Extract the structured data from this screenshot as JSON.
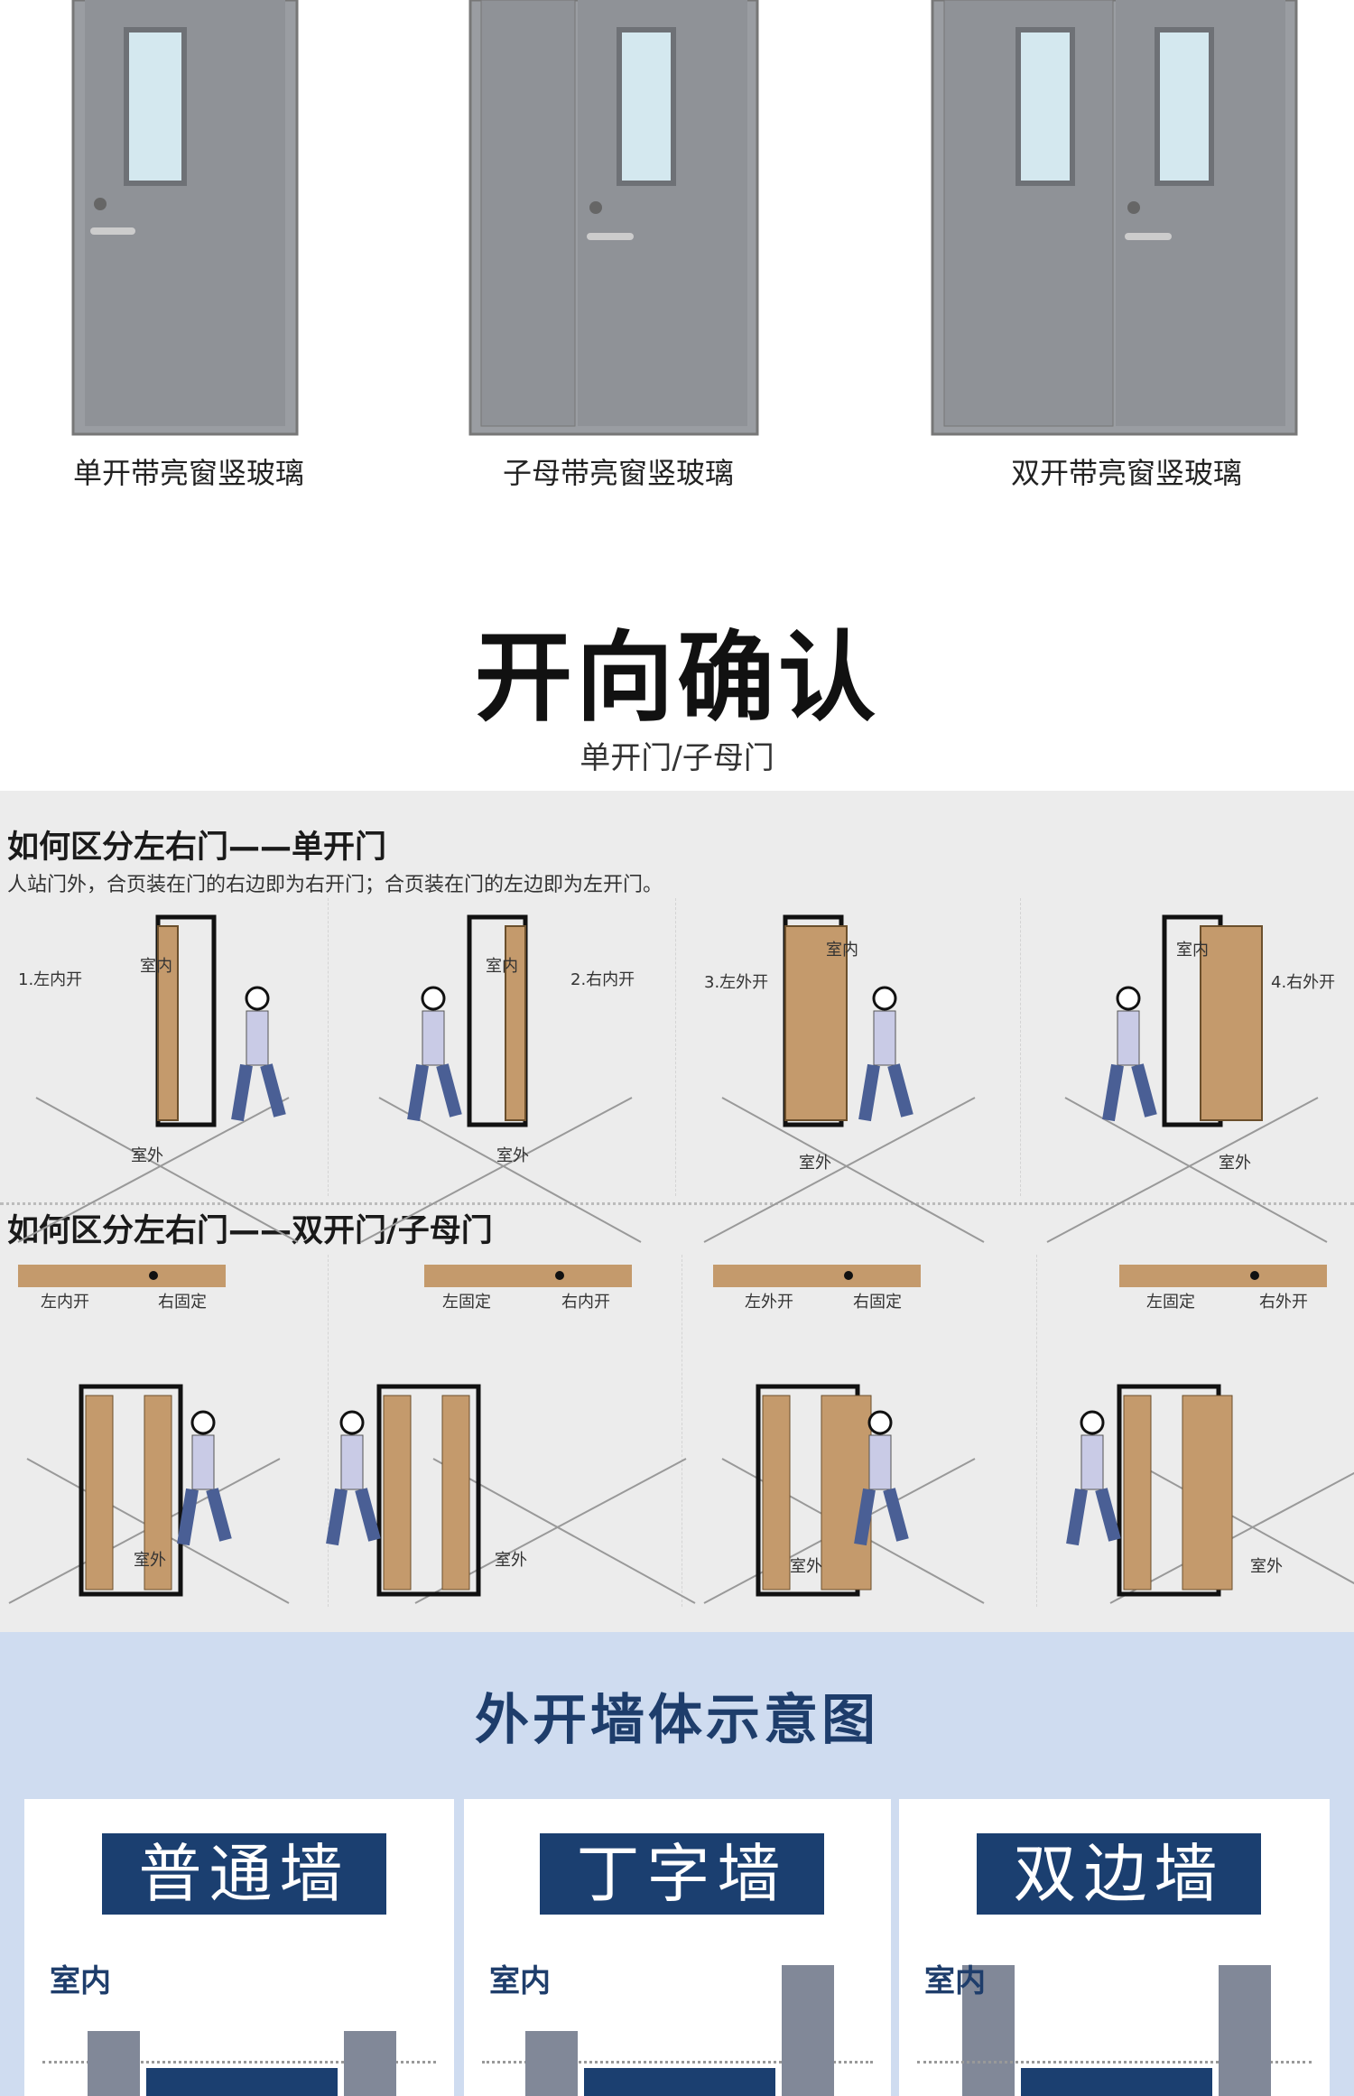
{
  "door_types": [
    {
      "caption": "单开带亮窗竖玻璃",
      "leaves": 1
    },
    {
      "caption": "子母带亮窗竖玻璃",
      "leaves": 2
    },
    {
      "caption": "双开带亮窗竖玻璃",
      "leaves": 2
    }
  ],
  "opening": {
    "title": "开向确认",
    "subtitle": "单开门/子母门"
  },
  "single": {
    "heading": "如何区分左右门——单开门",
    "description": "人站门外，合页装在门的右边即为右开门；合页装在门的左边即为左开门。",
    "panels": [
      {
        "label": "1.左内开",
        "inside": "室内",
        "outside": "室外"
      },
      {
        "label": "2.右内开",
        "inside": "室内",
        "outside": "室外"
      },
      {
        "label": "3.左外开",
        "inside": "室内",
        "outside": "室外"
      },
      {
        "label": "4.右外开",
        "inside": "室内",
        "outside": "室外"
      }
    ]
  },
  "double": {
    "heading": "如何区分左右门——双开门/子母门",
    "panels": [
      {
        "left": "左内开",
        "right": "右固定",
        "outside": "室外"
      },
      {
        "left": "左固定",
        "right": "右内开",
        "outside": "室外"
      },
      {
        "left": "左外开",
        "right": "右固定",
        "outside": "室外"
      },
      {
        "left": "左固定",
        "right": "右外开",
        "outside": "室外"
      }
    ]
  },
  "walls": {
    "title": "外开墙体示意图",
    "cards": [
      {
        "tag": "普通墙",
        "indoor": "室内"
      },
      {
        "tag": "丁字墙",
        "indoor": "室内"
      },
      {
        "tag": "双边墙",
        "indoor": "室内"
      }
    ]
  },
  "colors": {
    "door_gray": "#8f9297",
    "wood": "#c49a6c",
    "navy": "#1b3f70",
    "panel_bg": "#ececec",
    "blue_bg": "#cfdcf0"
  }
}
